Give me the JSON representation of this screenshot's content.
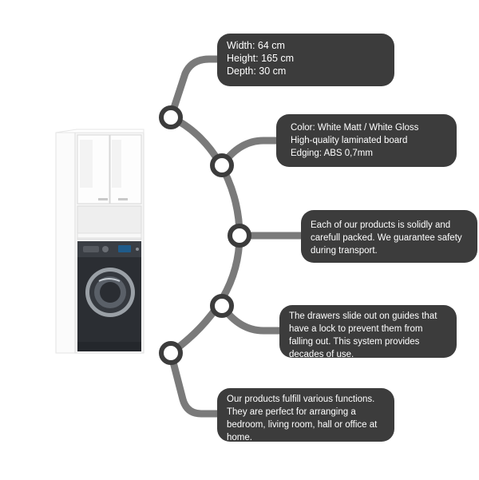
{
  "bubbles": [
    {
      "lines": [
        "Width: 64 cm",
        "Height: 165 cm",
        "Depth: 30 cm"
      ]
    },
    {
      "lines": [
        "Color: White Matt / White Gloss",
        "High-quality laminated board",
        "Edging: ABS 0,7mm"
      ]
    },
    {
      "lines": [
        "Each of our products is solidly and",
        "carefull packed. We guarantee safety",
        "during transport."
      ]
    },
    {
      "lines": [
        "The drawers slide out on guides that",
        "have a lock to prevent them from",
        "falling out. This system provides",
        "decades of use."
      ]
    },
    {
      "lines": [
        "Our products fulfill various functions.",
        "They are perfect for arranging a",
        "bedroom, living room, hall or office at",
        "home."
      ]
    }
  ],
  "colors": {
    "bubble": "#3c3c3c",
    "connector": "#7a7a7a",
    "node": "#3c3c3c",
    "cabinet": "#f6f6f6",
    "washer": "#2b2e33"
  },
  "icons": [
    "washing-machine-cabinet-product-image"
  ]
}
